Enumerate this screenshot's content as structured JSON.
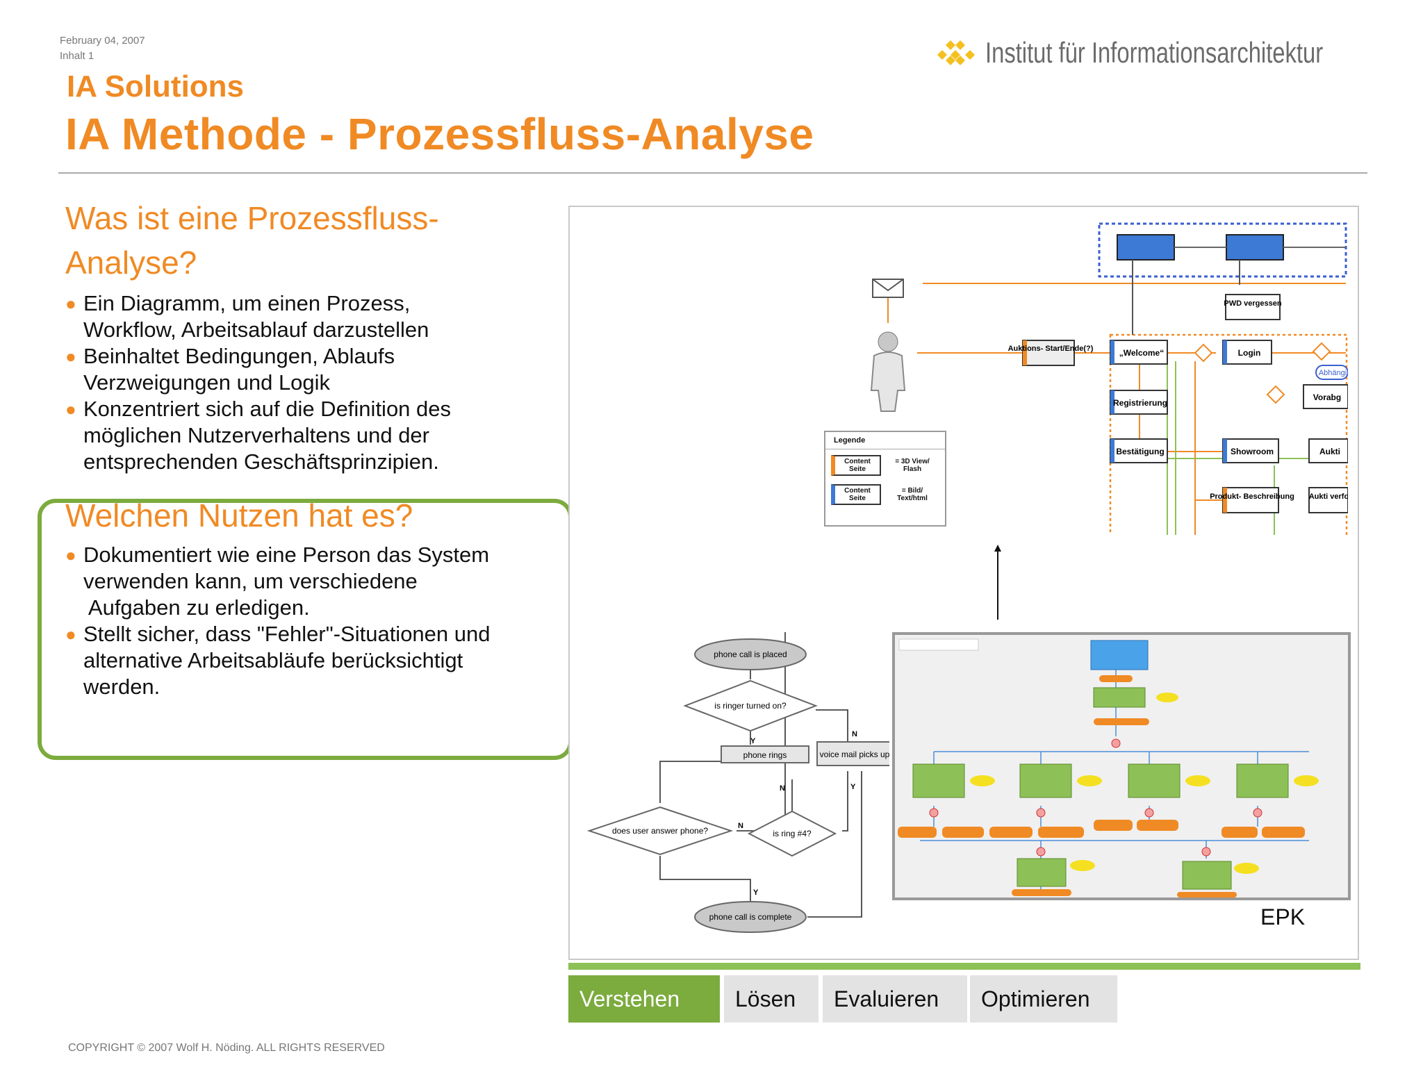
{
  "header": {
    "date": "February 04, 2007",
    "section": "Inhalt 1",
    "subtitle": "IA Solutions",
    "title": "IA Methode - Prozessfluss-Analyse",
    "logo_text": "Institut für Informationsarchitektur"
  },
  "what": {
    "heading_line1": "Was ist eine Prozessfluss-",
    "heading_line2": "Analyse?",
    "bullets": [
      [
        "Ein Diagramm, um einen Prozess,",
        "Workflow, Arbeitsablauf darzustellen"
      ],
      [
        "Beinhaltet Bedingungen, Ablaufs",
        "Verzweigungen und Logik"
      ],
      [
        "Konzentriert sich auf die Definition des",
        "möglichen Nutzerverhaltens und der",
        "entsprechenden Geschäftsprinzipien."
      ]
    ]
  },
  "benefit": {
    "heading": "Welchen Nutzen hat es?",
    "bullets": [
      [
        "Dokumentiert wie eine Person das System",
        "verwenden kann, um verschiedene",
        " Aufgaben zu erledigen."
      ],
      [
        "Stellt sicher, dass \"Fehler\"-Situationen und",
        "alternative Arbeitsabläufe berücksichtigt",
        "werden."
      ]
    ]
  },
  "diagram_top": {
    "legend_title": "Legende",
    "legend_rows": [
      {
        "box": "Content Seite",
        "meaning": "= 3D View/ Flash"
      },
      {
        "box": "Content Seite",
        "meaning": "= Bild/ Text/html"
      }
    ],
    "nodes": {
      "auktion": "Auktions- Start/Ende(?)",
      "welcome": "„Welcome“",
      "login": "Login",
      "pwd": "PWD vergessen",
      "registrierung": "Registrierung",
      "bestaetigung": "Bestätigung",
      "showroom": "Showroom",
      "produkt": "Produkt- Beschreibung",
      "abhaeng": "Abhängi",
      "vorab": "Vorabg",
      "aukt": "Aukti",
      "aukt_verf": "Aukti verfol"
    }
  },
  "diagram_flow": {
    "start": "phone call is placed",
    "ringer": "is ringer turned on?",
    "rings": "phone rings",
    "voicemail": "voice mail picks up",
    "answer": "does user answer phone?",
    "ring4": "is ring #4?",
    "end": "phone call is complete",
    "yes": "Y",
    "no": "N"
  },
  "epk_label": "EPK",
  "tabs": [
    {
      "label": "Verstehen",
      "active": true
    },
    {
      "label": "Lösen",
      "active": false
    },
    {
      "label": "Evaluieren",
      "active": false
    },
    {
      "label": "Optimieren",
      "active": false
    }
  ],
  "colors": {
    "accent": "#f08a24",
    "green": "#7cab3e",
    "tab_active": "#7cab3e",
    "tab_inactive": "#e3e3e3"
  },
  "footer": {
    "copyright": "COPYRIGHT © 2007 Wolf H. Nöding. ALL RIGHTS RESERVED"
  }
}
